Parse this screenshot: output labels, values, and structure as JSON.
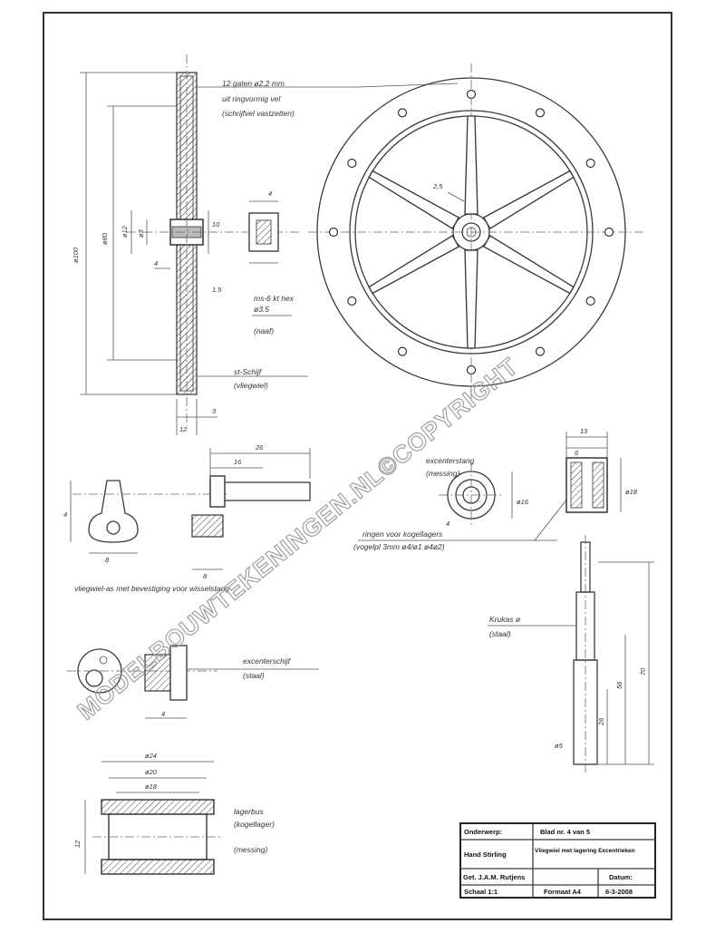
{
  "notes": {
    "rim_holes": "12 gaten ø2,2 mm",
    "rim_material": "uit ringvormig vel",
    "rim_source": "(schrijfvel vastzetten)",
    "hub_material": "ms-6 kt hex",
    "hub_note": "ø3.5",
    "hub_type": "(naaf)",
    "wheel_material": "st-Schijf",
    "wheel_type": "(vliegwiel)",
    "eccentric_rod": "excenterstang",
    "eccentric_rod_type": "(messing)",
    "eccentric_ring": "ringen voor kogellagers",
    "eccentric_ring_spec": "(vogelpl 3mm  ø4/ø1 ø4ø2)",
    "crank_caption": "vliegwiel-as met bevestiging voor wisselstang",
    "eccentric_disc": "excenterschijf",
    "eccentric_disc_type": "(staal)",
    "axle_label": "Krukas ø",
    "axle_type": "(staal)",
    "bearing": "lagerbus",
    "bearing_sub": "(kogellager)",
    "bearing_type": "(messing)"
  },
  "dimensions": {
    "outer_dia": "ø100",
    "inner_dia": "ø80",
    "spoke_width": "2,5",
    "bore_a": "ø12",
    "bore_b": "ø3",
    "hub_len": "4",
    "hub_w": "10",
    "gap": "1.5",
    "bottom_a": "12",
    "bottom_b": "3",
    "ecc_len": "26",
    "ecc_a": "16",
    "ecc_b": "4",
    "ecc_c": "8",
    "ring_w": "13",
    "ring_a": "4",
    "ring_b": "6",
    "ring_dia": "ø16",
    "axle_len": "70",
    "axle_mid": "56",
    "axle_low": "26",
    "axle_dia": "ø5",
    "bush_top": "ø24",
    "bush_mid": "ø20",
    "bush_low": "ø18",
    "bush_h": "12"
  },
  "watermark": "MODELBOUWTEKENINGEN.NL©COPYRIGHT",
  "title_block": {
    "r1_label": "Onderwerp:",
    "r1_value": "Blad nr. 4 van 5",
    "r2_label": "Hand Stirling",
    "r2_value": "Vliegwiel met lagering Excentrieken",
    "r3_label": "Get. J.A.M. Rutjens",
    "r3_value": "Datum:",
    "r4_label": "Schaal 1:1",
    "r4_mid": "Formaat A4",
    "r4_value": "6-3-2008"
  }
}
